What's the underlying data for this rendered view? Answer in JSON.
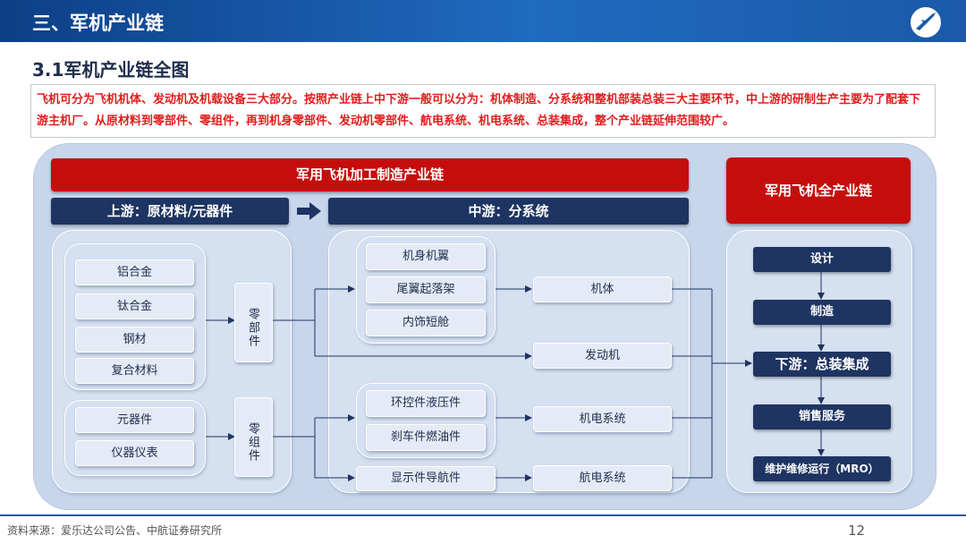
{
  "header": {
    "title": "三、军机产业链"
  },
  "subtitle": "3.1军机产业链全图",
  "intro": "飞机可分为飞机机体、发动机及机载设备三大部分。按照产业链上中下游一般可以分为：机体制造、分系统和整机部装总装三大主要环节，中上游的研制生产主要为了配套下游主机厂。从原材料到零部件、零组件，再到机身零部件、发动机零部件、航电系统、机电系统、总装集成，整个产业链延伸范围较广。",
  "diagram": {
    "main_chain_title": "军用飞机加工制造产业链",
    "full_chain_title": "军用飞机全产业链",
    "upstream_title": "上游：原材料/元器件",
    "midstream_title": "中游：分系统",
    "materials": [
      "铝合金",
      "钛合金",
      "钢材",
      "复合材料"
    ],
    "components": [
      "元器件",
      "仪器仪表"
    ],
    "parts_label": "零部件",
    "assemblies_label": "零组件",
    "airframe_parts": [
      "机身机翼",
      "尾翼起落架",
      "内饰短舱"
    ],
    "hydraulic_parts": [
      "环控件液压件",
      "刹车件燃油件"
    ],
    "display_parts": "显示件导航件",
    "subsystems": {
      "airframe": "机体",
      "engine": "发动机",
      "electromechanical": "机电系统",
      "avionics": "航电系统"
    },
    "full_chain_steps": [
      "设计",
      "制造",
      "下游：总装集成",
      "销售服务",
      "维护维修运行（MRO）"
    ]
  },
  "footer": {
    "source": "资料来源：爱乐达公司公告、中航证券研究所",
    "page": "12"
  },
  "colors": {
    "header_blue": "#1a5aa8",
    "red": "#c60d0d",
    "navy": "#1e3462",
    "panel": "#c8d6ec"
  }
}
